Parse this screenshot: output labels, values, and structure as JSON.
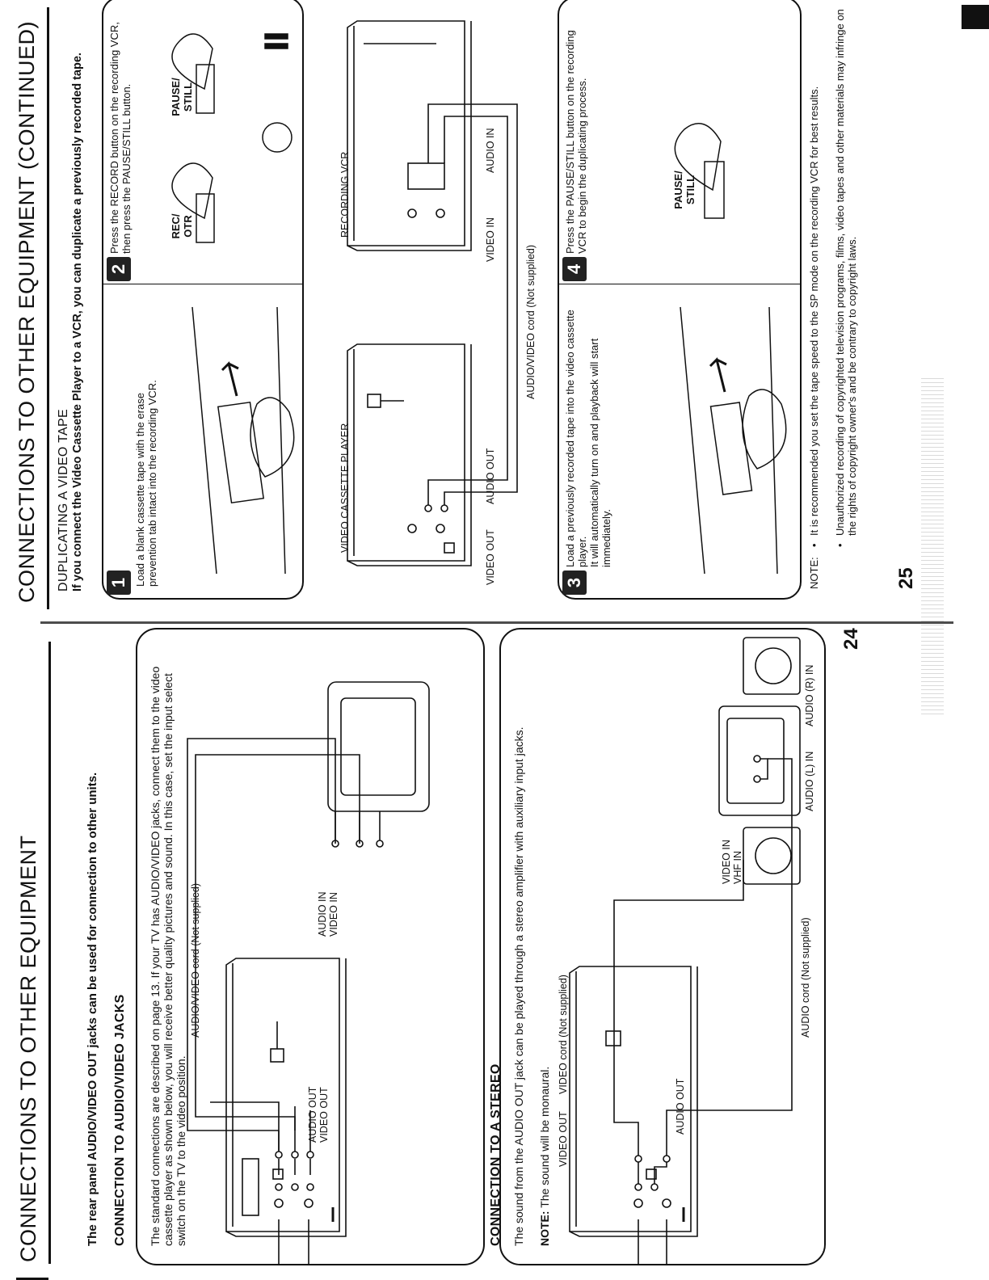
{
  "left_page": {
    "title": "CONNECTIONS TO OTHER EQUIPMENT",
    "intro": "The rear panel AUDIO/VIDEO OUT jacks can be used for connection to other units.",
    "section1": {
      "heading": "CONNECTION TO AUDIO/VIDEO JACKS",
      "text": "The standard connections are described on page 13. If your TV has AUDIO/VIDEO jacks, connect them to the video cassette player as shown below, you will receive better quality pictures and sound. In this case, set the input select switch on the TV to the video position.",
      "labels": {
        "audio_out": "AUDIO OUT",
        "video_out": "VIDEO OUT",
        "cord": "AUDIO/VIDEO cord (Not supplied)",
        "audio_in": "AUDIO IN",
        "video_in": "VIDEO IN"
      }
    },
    "section2": {
      "heading": "CONNECTION TO A STEREO",
      "text": "The sound from the AUDIO OUT jack can be played through a stereo amplifier with auxiliary input jacks.",
      "note_label": "NOTE:",
      "note_text": "The sound will be monaural.",
      "labels": {
        "video_out": "VIDEO OUT",
        "video_cord": "VIDEO cord (Not supplied)",
        "audio_out": "AUDIO OUT",
        "video_in": "VIDEO IN",
        "vhf_in": "VHF IN",
        "audio_cord": "AUDIO cord (Not supplied)",
        "audio_l_in": "AUDIO (L) IN",
        "audio_r_in": "AUDIO (R) IN"
      }
    },
    "page_number": "24"
  },
  "right_page": {
    "title": "CONNECTIONS TO OTHER EQUIPMENT (CONTINUED)",
    "heading": "DUPLICATING A VIDEO TAPE",
    "intro": "If you connect the Video Cassette Player to a VCR, you can duplicate a previously recorded tape.",
    "steps": [
      {
        "num": "1",
        "text": "Load a blank cassette tape with the erase prevention tab intact into the recording VCR."
      },
      {
        "num": "2",
        "text": "Press the RECORD button on the recording VCR, then press the PAUSE/STILL button.",
        "btn1": "REC/\nOTR",
        "btn2": "PAUSE/\nSTILL"
      },
      {
        "num": "3",
        "text": "Load a previously recorded tape into the video cassette player.\nIt will automatically turn on and playback will start immediately."
      },
      {
        "num": "4",
        "text": "Press the PAUSE/STILL button on the recording VCR to begin the duplicating process.",
        "btn": "PAUSE/\nSTILL"
      }
    ],
    "diagram": {
      "player_label": "VIDEO CASSETTE PLAYER",
      "recorder_label": "RECORDING VCR",
      "video_out": "VIDEO OUT",
      "audio_out": "AUDIO OUT",
      "video_in": "VIDEO IN",
      "audio_in": "AUDIO IN",
      "cord": "AUDIO/VIDEO cord (Not supplied)"
    },
    "note_label": "NOTE:",
    "notes": [
      "It is recommended you set the tape speed to the SP mode on the recording VCR for best results.",
      "Unauthorized recording of copyrighted television programs, films, video tapes and other materials may infringe on the rights of copyright owner's and be contrary to copyright laws."
    ],
    "page_number": "25"
  }
}
